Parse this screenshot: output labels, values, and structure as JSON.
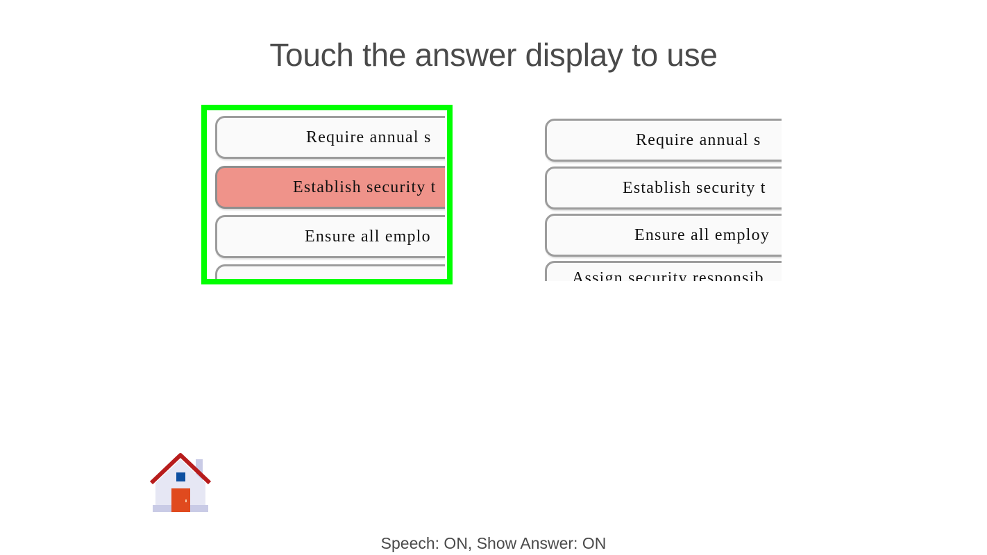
{
  "title": "Touch the answer display to use",
  "displays": [
    {
      "selected": true,
      "options": [
        {
          "text": "Require annual s",
          "highlighted": false
        },
        {
          "text": "Establish security t",
          "highlighted": true
        },
        {
          "text": "Ensure all emplo",
          "highlighted": false
        },
        {
          "text": "",
          "highlighted": false
        }
      ]
    },
    {
      "selected": false,
      "options": [
        {
          "text": "Require annual s",
          "highlighted": false
        },
        {
          "text": "Establish security t",
          "highlighted": false
        },
        {
          "text": "Ensure all employ",
          "highlighted": false
        },
        {
          "text": "Assign security responsib",
          "highlighted": false
        }
      ]
    }
  ],
  "home": {
    "icon": "home-icon"
  },
  "status": "Speech: ON, Show Answer: ON",
  "colors": {
    "selection_border": "#00ff00",
    "highlight": "#ef938a",
    "text": "#4a4a4a"
  }
}
